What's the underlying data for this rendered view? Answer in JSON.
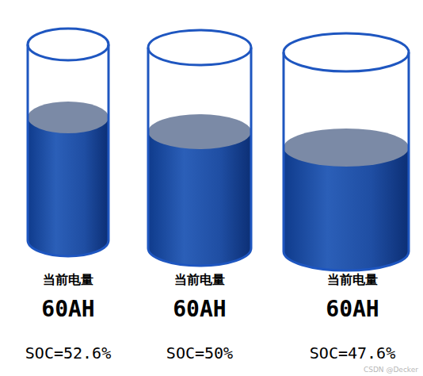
{
  "diagram": {
    "nodes": [
      {
        "text": [
          "当前电量",
          "60AH",
          "SOC=52.6%"
        ]
      },
      {
        "text": [
          "当前电量",
          "60AH",
          "SOC=50%"
        ]
      },
      {
        "text": [
          "当前电量",
          "60AH",
          "SOC=47.6%"
        ]
      }
    ],
    "labels": [
      "CSDN @Decker"
    ]
  }
}
